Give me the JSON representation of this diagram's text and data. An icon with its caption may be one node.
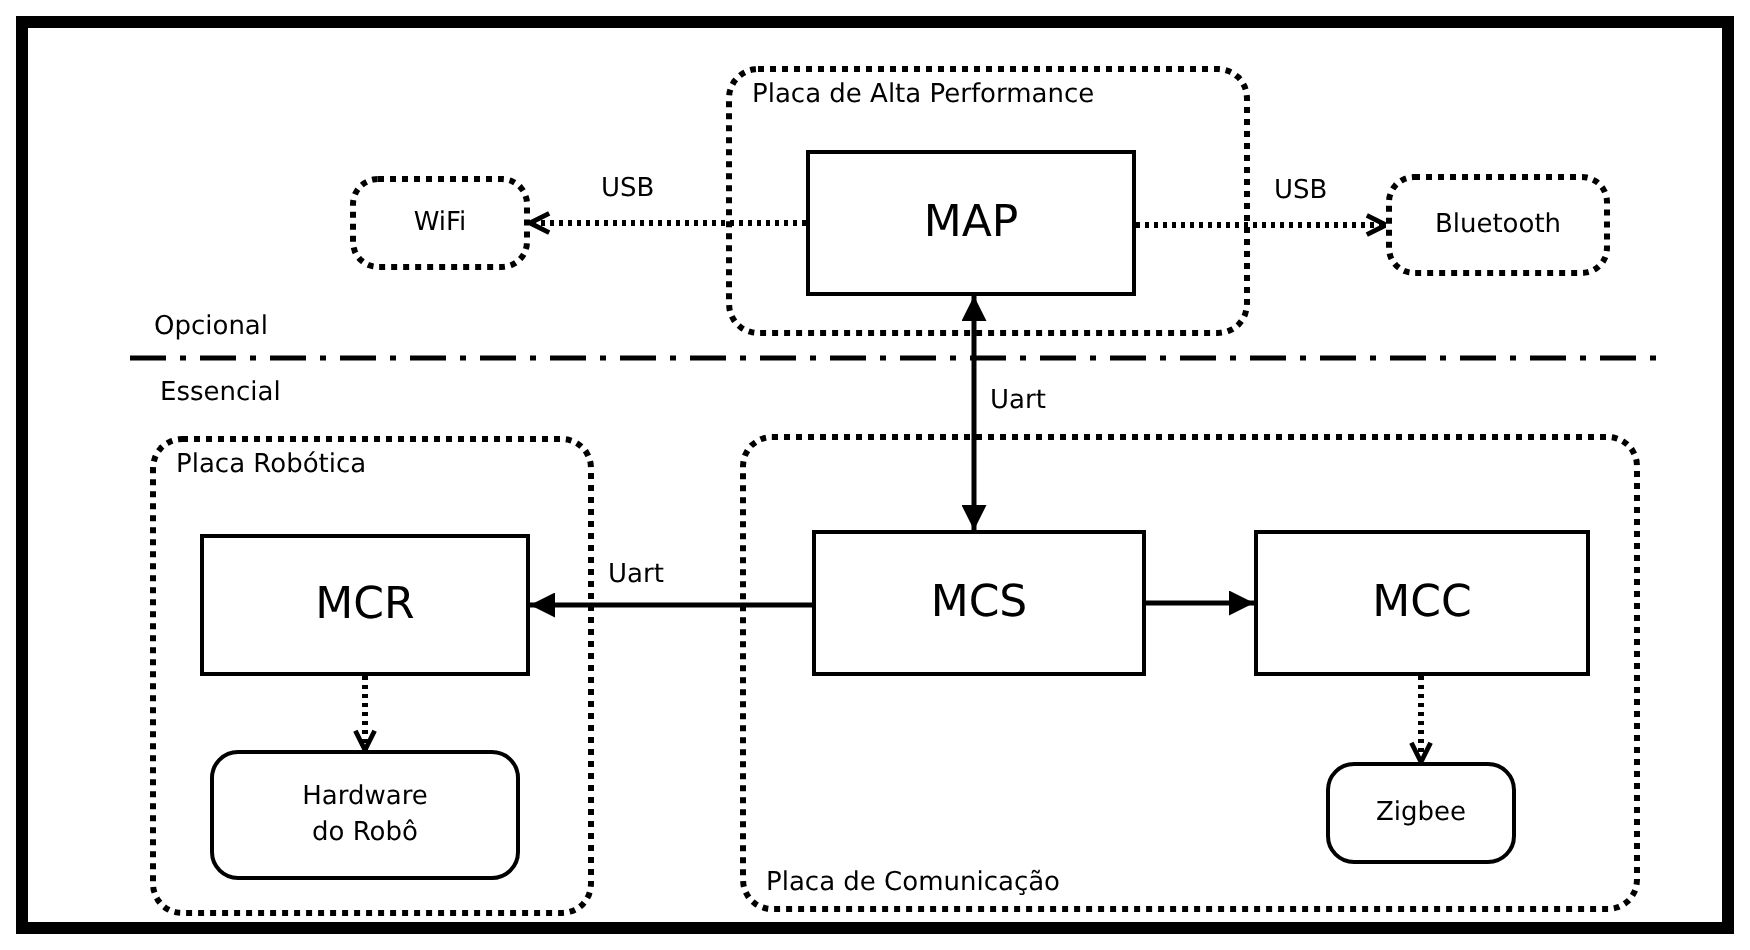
{
  "diagram": {
    "nodes": [
      {
        "text": [
          "Placa de Alta Performance"
        ]
      },
      {
        "text": [
          "WiFi"
        ]
      },
      {
        "text": [
          "MAP"
        ],
        "in": 0
      },
      {
        "text": [
          "Bluetooth"
        ]
      },
      {
        "text": [
          "Placa Robótica"
        ]
      },
      {
        "text": [
          "MCR"
        ],
        "in": 4
      },
      {
        "text": [
          "Hardware do Robô"
        ],
        "in": 4
      },
      {
        "text": [
          "Placa de Comunicação"
        ]
      },
      {
        "text": [
          "MCS"
        ],
        "in": 7
      },
      {
        "text": [
          "MCC"
        ],
        "in": 7
      },
      {
        "text": [
          "Zigbee"
        ],
        "in": 7
      }
    ],
    "edges": [
      {
        "from": 2,
        "to": 1,
        "arrow": "to",
        "label": "USB",
        "style": "dashed"
      },
      {
        "from": 2,
        "to": 3,
        "arrow": "to",
        "label": "USB",
        "style": "dashed"
      },
      {
        "from": 2,
        "to": 8,
        "arrow": "both",
        "label": "Uart"
      },
      {
        "from": 8,
        "to": 5,
        "arrow": "to",
        "label": "Uart"
      },
      {
        "from": 8,
        "to": 9,
        "arrow": "to"
      },
      {
        "from": 5,
        "to": 6,
        "arrow": "to",
        "style": "dashed"
      },
      {
        "from": 9,
        "to": 10,
        "arrow": "to",
        "style": "dashed"
      }
    ],
    "labels": [
      "Opcional",
      "Essencial"
    ]
  }
}
